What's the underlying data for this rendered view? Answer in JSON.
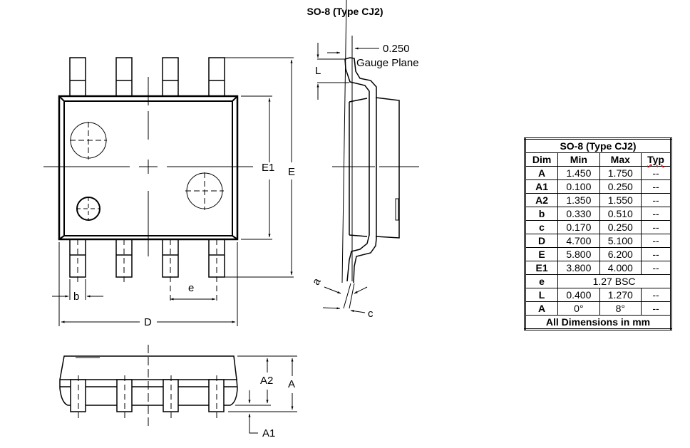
{
  "title": "SO-8 (Type CJ2)",
  "top_view": {
    "labels": {
      "E1": "E1",
      "E": "E",
      "b": "b",
      "e": "e",
      "D": "D"
    }
  },
  "side_view": {
    "labels": {
      "gauge_value": "0.250",
      "gauge_plane": "Gauge Plane",
      "L": "L",
      "a": "a",
      "c": "c"
    }
  },
  "front_view": {
    "labels": {
      "A2": "A2",
      "A": "A",
      "A1": "A1"
    }
  },
  "table": {
    "title": "SO-8 (Type CJ2)",
    "headers": [
      "Dim",
      "Min",
      "Max",
      "Typ"
    ],
    "rows": [
      {
        "dim": "A",
        "min": "1.450",
        "max": "1.750",
        "typ": "--"
      },
      {
        "dim": "A1",
        "min": "0.100",
        "max": "0.250",
        "typ": "--"
      },
      {
        "dim": "A2",
        "min": "1.350",
        "max": "1.550",
        "typ": "--"
      },
      {
        "dim": "b",
        "min": "0.330",
        "max": "0.510",
        "typ": "--"
      },
      {
        "dim": "c",
        "min": "0.170",
        "max": "0.250",
        "typ": "--"
      },
      {
        "dim": "D",
        "min": "4.700",
        "max": "5.100",
        "typ": "--"
      },
      {
        "dim": "E",
        "min": "5.800",
        "max": "6.200",
        "typ": "--"
      },
      {
        "dim": "E1",
        "min": "3.800",
        "max": "4.000",
        "typ": "--"
      },
      {
        "dim": "e",
        "span": "1.27 BSC"
      },
      {
        "dim": "L",
        "min": "0.400",
        "max": "1.270",
        "typ": "--"
      },
      {
        "dim": "A",
        "min": "0°",
        "max": "8°",
        "typ": "--"
      }
    ],
    "footer": "All Dimensions in mm"
  }
}
